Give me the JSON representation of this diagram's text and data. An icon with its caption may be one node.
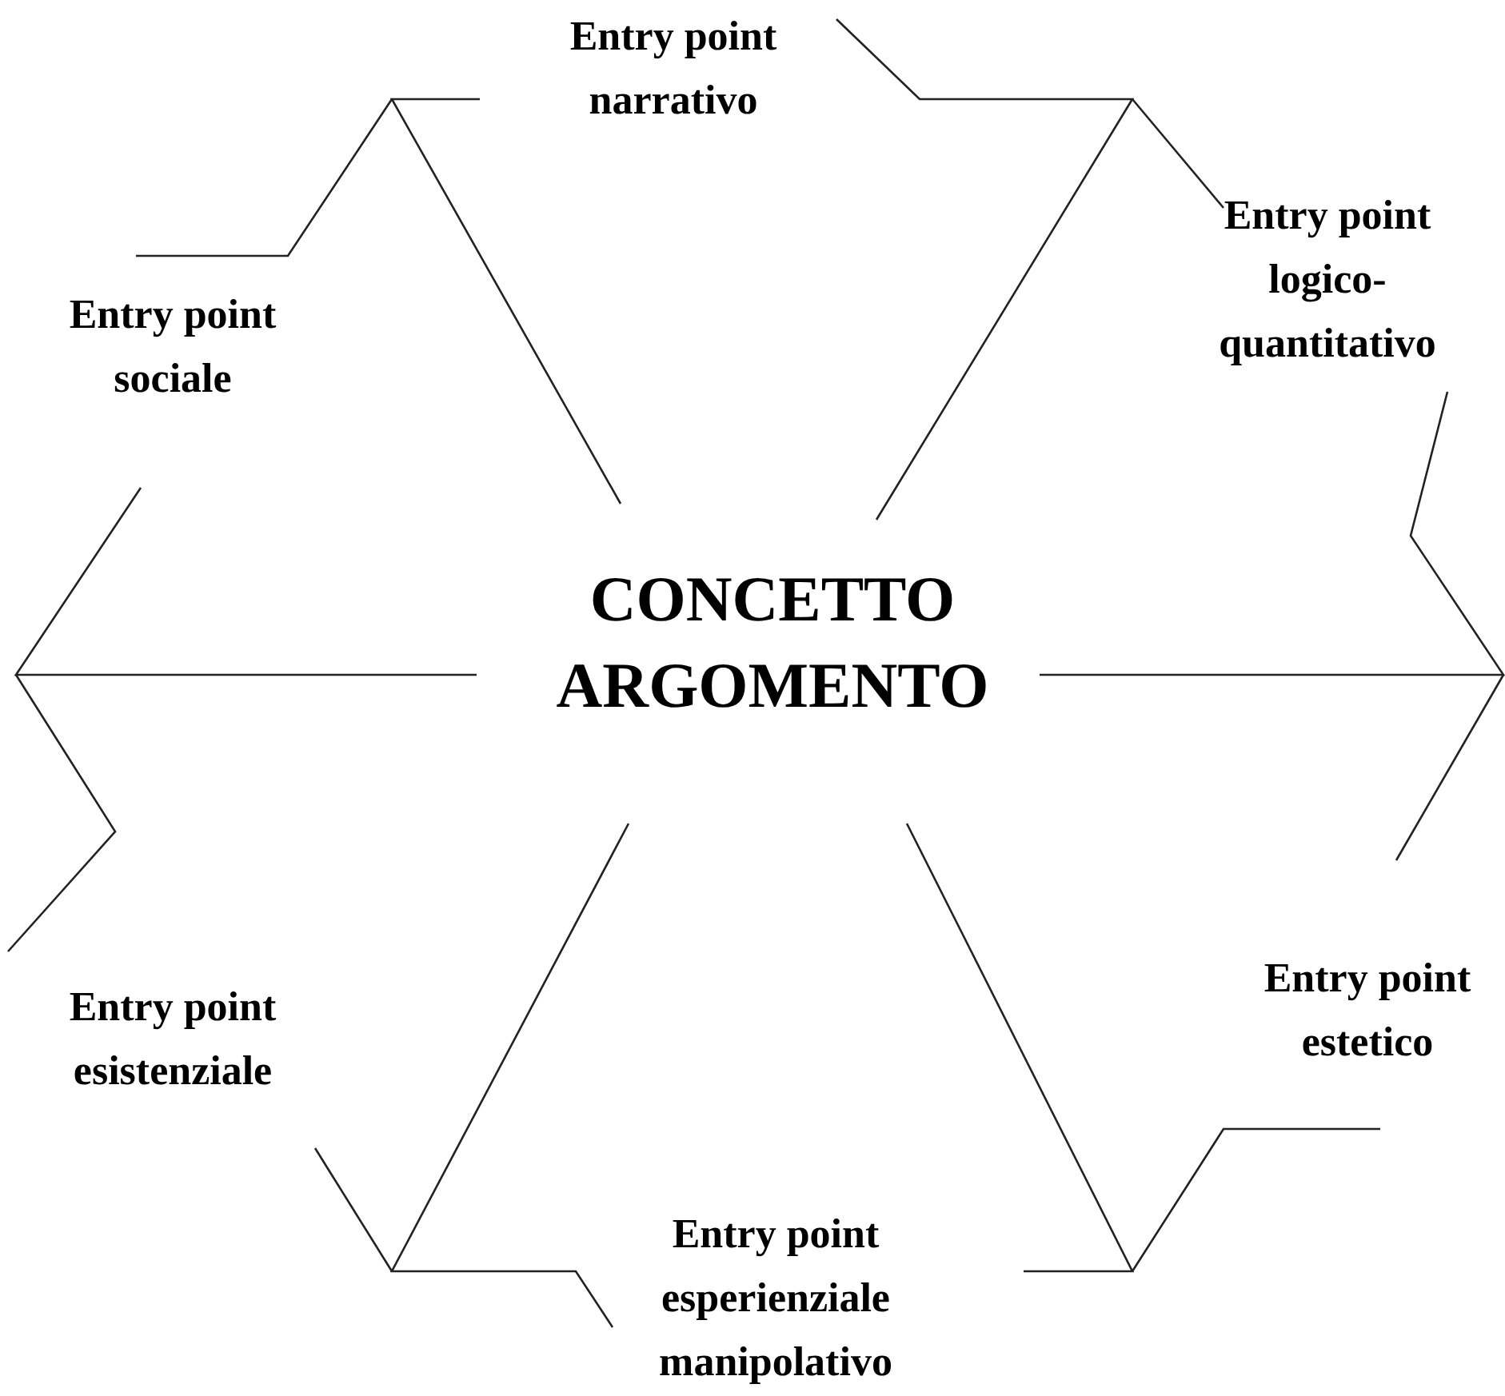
{
  "diagram": {
    "nodes": [
      {
        "text": [
          "CONCETTO ARGOMENTO"
        ]
      },
      {
        "text": [
          "Entry point narrativo"
        ]
      },
      {
        "text": [
          "Entry point logico-quantitativo"
        ]
      },
      {
        "text": [
          "Entry point sociale"
        ]
      },
      {
        "text": [
          "Entry point esistenziale"
        ]
      },
      {
        "text": [
          "Entry point estetico"
        ]
      },
      {
        "text": [
          "Entry point esperienziale manipolativo"
        ]
      }
    ]
  }
}
